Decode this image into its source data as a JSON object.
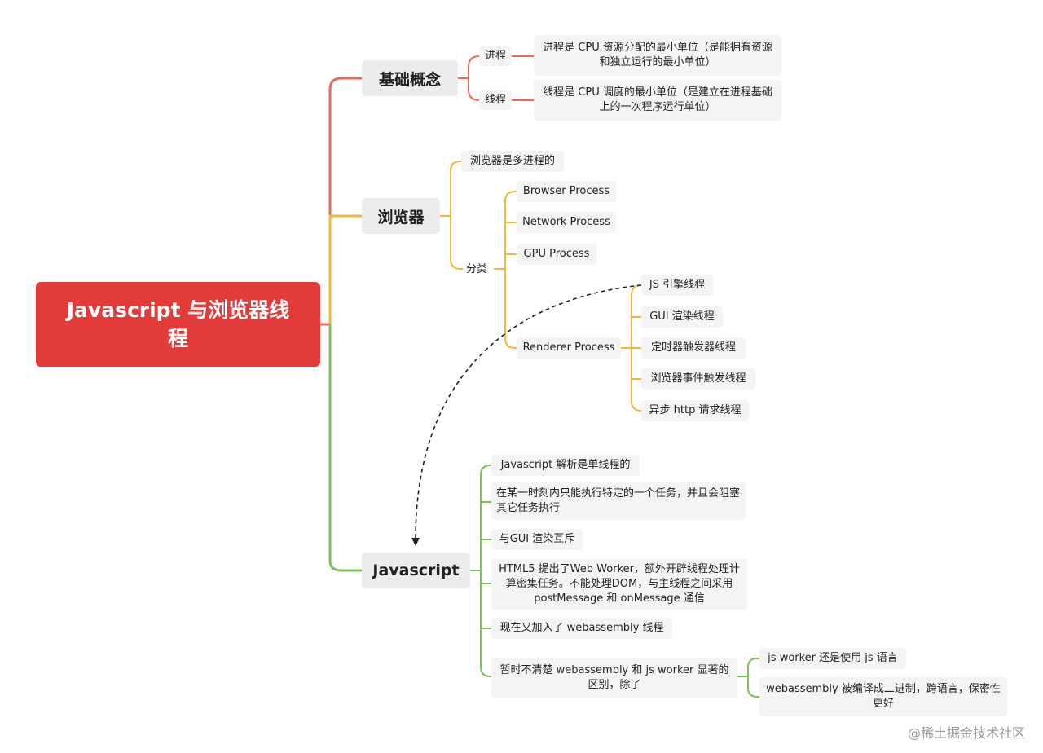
{
  "root": {
    "label": "Javascript 与浏览器线程"
  },
  "colors": {
    "root": "#e33a3a",
    "concepts": "#e96a5c",
    "browser": "#f3b63a",
    "javascript": "#7cc05a"
  },
  "concepts": {
    "label": "基础概念",
    "process": {
      "label": "进程",
      "desc": "进程是 CPU 资源分配的最小单位（是能拥有资源和独立运行的最小单位）"
    },
    "thread": {
      "label": "线程",
      "desc": "线程是 CPU 调度的最小单位（是建立在进程基础上的一次程序运行单位）"
    }
  },
  "browser": {
    "label": "浏览器",
    "multi": "浏览器是多进程的",
    "category": "分类",
    "processes": [
      "Browser Process",
      "Network Process",
      "GPU Process",
      "Renderer Process"
    ],
    "renderer_threads": [
      "JS 引擎线程",
      "GUI 渲染线程",
      "定时器触发器线程",
      "浏览器事件触发线程",
      "异步 http 请求线程"
    ]
  },
  "javascript": {
    "label": "Javascript",
    "items": [
      "Javascript 解析是单线程的",
      "在某一时刻内只能执行特定的一个任务，并且会阻塞其它任务执行",
      "与GUI 渲染互斥",
      "HTML5 提出了Web Worker，额外开辟线程处理计算密集任务。不能处理DOM，与主线程之间采用 postMessage 和 onMessage 通信",
      "现在又加入了 webassembly 线程",
      "暂时不清楚 webassembly 和 js worker 显著的区别，除了"
    ],
    "diff": [
      "js worker 还是使用 js 语言",
      "webassembly 被编译成二进制，跨语言，保密性更好"
    ]
  },
  "watermark": "@稀土掘金技术社区"
}
